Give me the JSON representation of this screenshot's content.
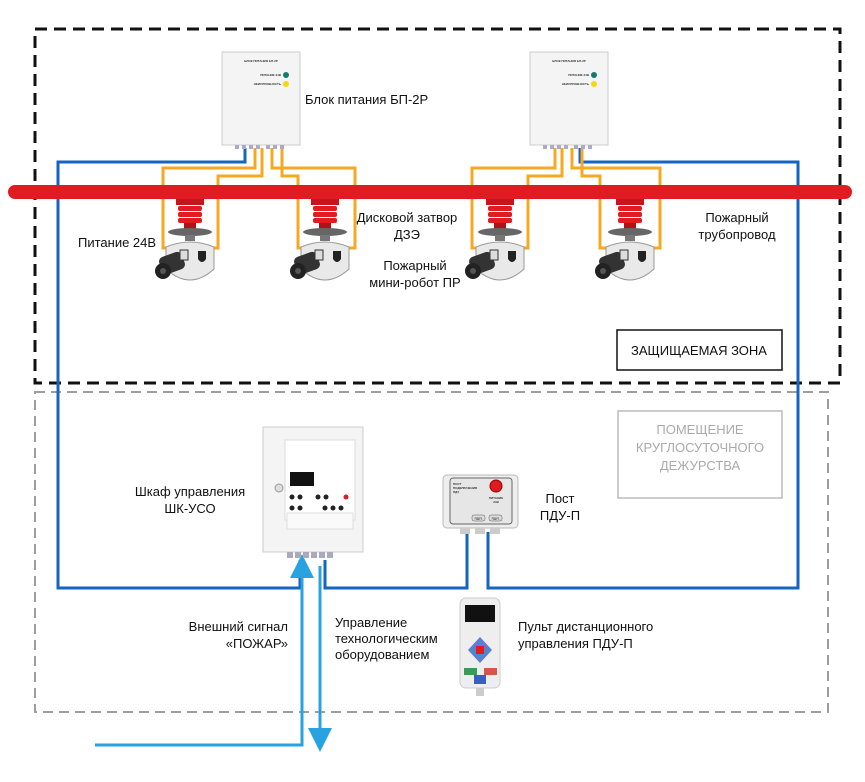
{
  "colors": {
    "pipe": "#e11b22",
    "power_line": "#1565c0",
    "signal_line": "#29a3e0",
    "wire_24v": "#f7a823",
    "zone_border": "#111111",
    "room_border": "#9e9e9e"
  },
  "labels": {
    "power_block": "Блок питания БП-2Р",
    "power_24v": "Питание 24В",
    "disk_valve": [
      "Дисковой затвор",
      "ДЗЭ"
    ],
    "mini_robot": [
      "Пожарный",
      "мини-робот ПР"
    ],
    "pipeline": [
      "Пожарный",
      "трубопровод"
    ],
    "protected_zone": "ЗАЩИЩАЕМАЯ ЗОНА",
    "duty_room": [
      "ПОМЕЩЕНИЕ",
      "КРУГЛОСУТОЧНОГО",
      "ДЕЖУРСТВА"
    ],
    "cabinet": [
      "Шкаф управления",
      "ШК-УСО"
    ],
    "post": [
      "Пост",
      "ПДУ-П"
    ],
    "external_signal": [
      "Внешний сигнал",
      "«ПОЖАР»"
    ],
    "equipment_control": [
      "Управление",
      "технологическим",
      "оборудованием"
    ],
    "remote": [
      "Пульт дистанционного",
      "управления ПДУ-П"
    ]
  },
  "device_text": {
    "psu_title": "БЛОК ПИТАНИЯ БП-2Р",
    "psu_power": "ПИТАНИЕ 24В",
    "psu_fault": "НЕИСПРАВНОСТЬ",
    "post_title": [
      "ПОСТ",
      "ПОДКЛЮЧЕНИЯ",
      "ПДУ"
    ],
    "post_power": [
      "ПИТАНИЕ",
      "24В"
    ],
    "post_port": "ПДУ1"
  }
}
